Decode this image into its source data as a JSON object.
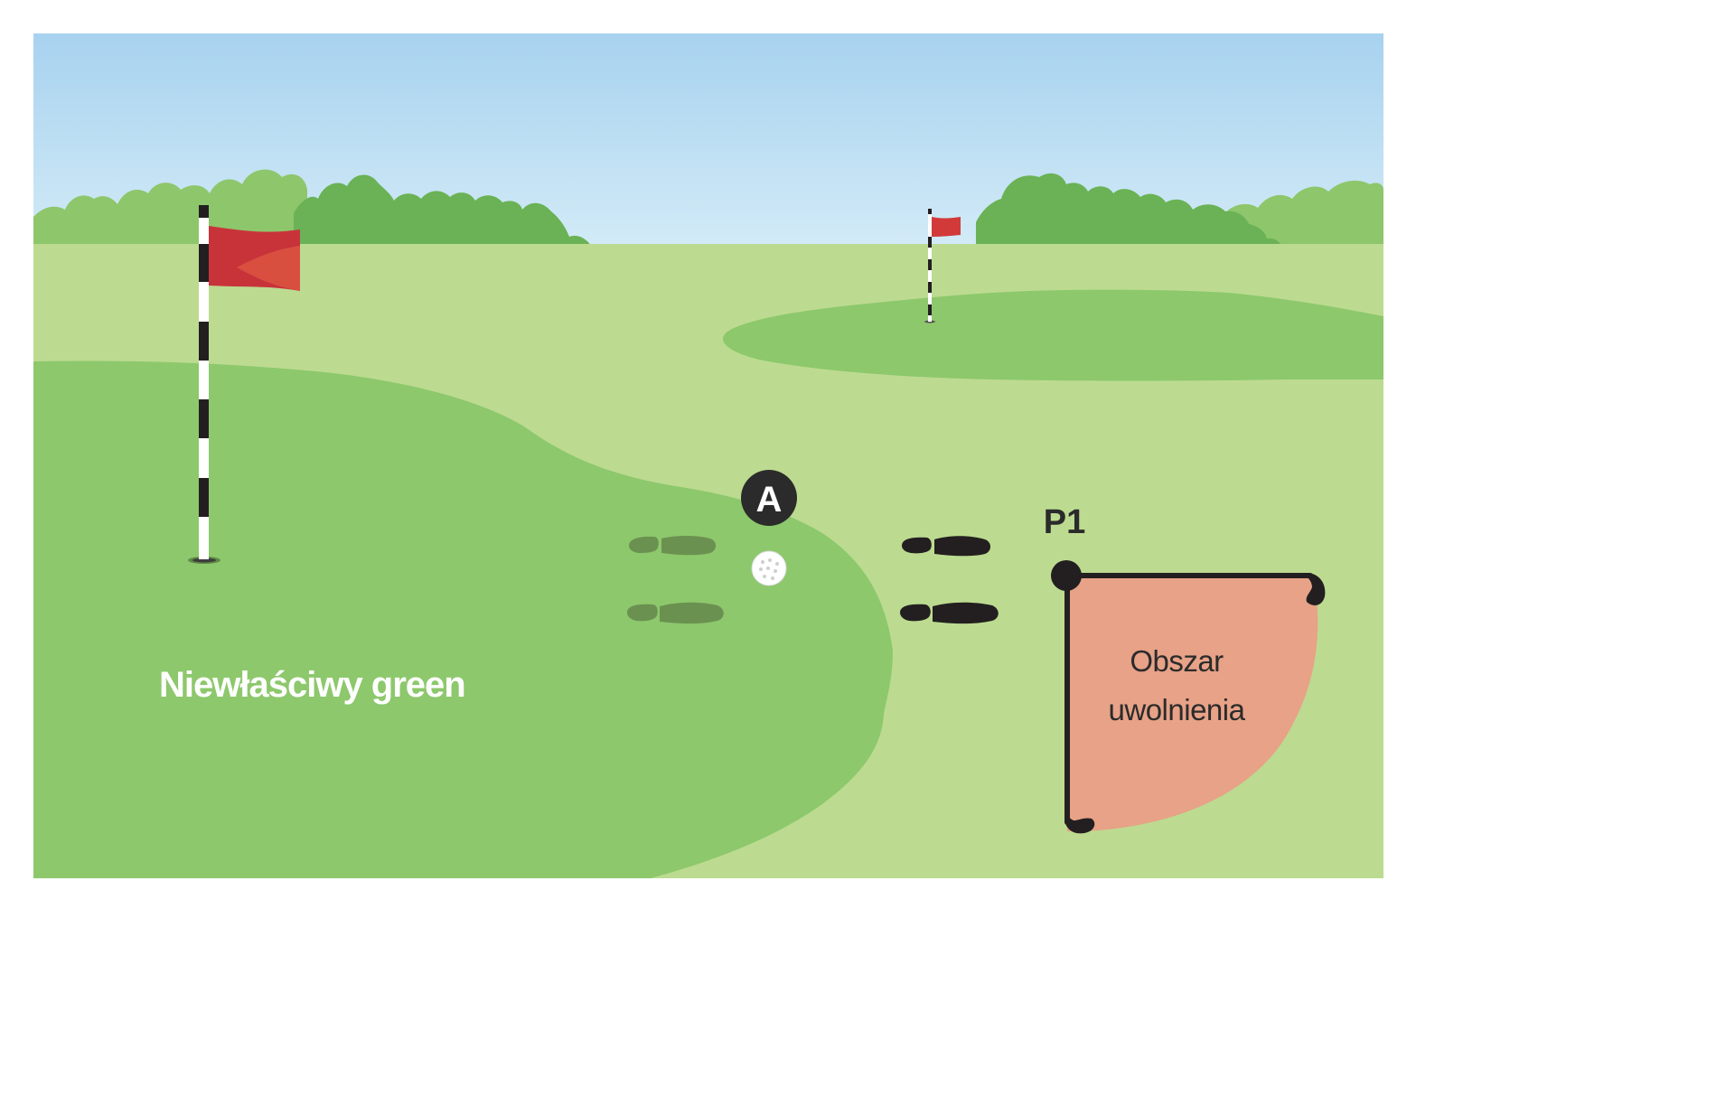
{
  "labels": {
    "wrong_green": "Niewłaściwy green",
    "marker_a": "A",
    "point_p1": "P1",
    "relief_area_line1": "Obszar",
    "relief_area_line2": "uwolnienia"
  },
  "icons": {
    "near_flag": "flagstick-icon",
    "far_flag": "flagstick-icon",
    "ball": "golf-ball-icon",
    "footprints_on_green": "footprint-icon",
    "footprints_off_green": "footprint-icon"
  },
  "colors": {
    "sky_top": "#a7d2ef",
    "sky_bottom": "#d3ebf7",
    "trees_light": "#8ec66b",
    "trees_dark": "#6ab255",
    "fairway": "#bcdb90",
    "green": "#8dc86c",
    "flag": "#d23a3a",
    "relief_area_fill": "#e7a287",
    "relief_area_outline": "#231f20",
    "marker": "#2b2b2b"
  }
}
